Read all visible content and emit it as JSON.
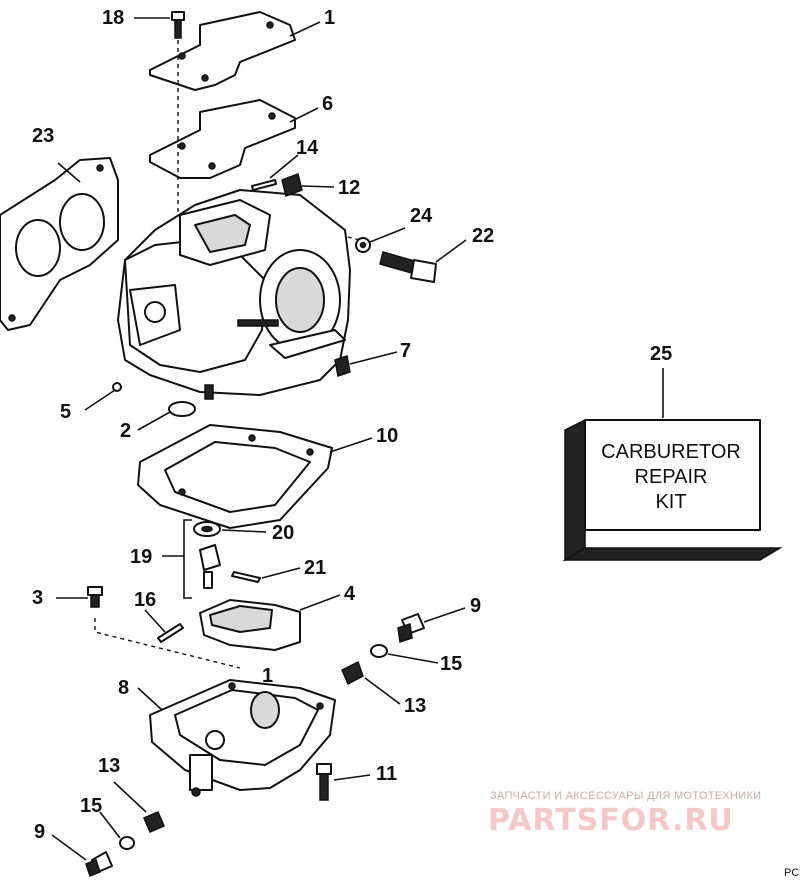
{
  "callouts": {
    "c1_top": "1",
    "c1_mid": "1",
    "c2": "2",
    "c3": "3",
    "c4": "4",
    "c5": "5",
    "c6": "6",
    "c7": "7",
    "c8": "8",
    "c9_right": "9",
    "c9_left": "9",
    "c10": "10",
    "c11": "11",
    "c12": "12",
    "c13_right": "13",
    "c13_left": "13",
    "c14": "14",
    "c15_right": "15",
    "c15_left": "15",
    "c16": "16",
    "c18": "18",
    "c19": "19",
    "c20": "20",
    "c21": "21",
    "c22": "22",
    "c23": "23",
    "c24": "24",
    "c25": "25"
  },
  "kit": {
    "line1": "CARBURETOR",
    "line2": "REPAIR",
    "line3": "KIT"
  },
  "watermark": {
    "tagline": "ЗАПЧАСТИ И АКСЕССУАРЫ ДЛЯ МОТОТЕХНИКИ",
    "brand": "PARTSFOR.RU"
  },
  "corner_code": "PC"
}
